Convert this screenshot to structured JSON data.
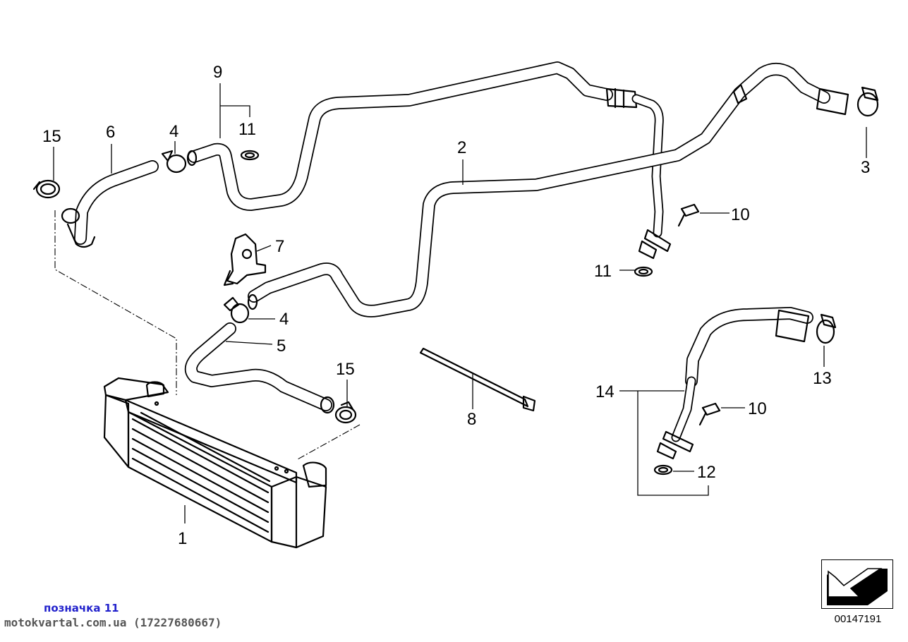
{
  "diagram": {
    "callouts": [
      "1",
      "2",
      "3",
      "4",
      "4",
      "5",
      "6",
      "7",
      "8",
      "9",
      "10",
      "10",
      "11",
      "11",
      "12",
      "13",
      "14",
      "15",
      "15"
    ],
    "labels": {
      "cooler": "1",
      "return_line": "2",
      "clamp_right": "3",
      "clamp_upper": "4",
      "clamp_lower": "4",
      "hose_lower": "5",
      "hose_upper": "6",
      "holder": "7",
      "cable_tie": "8",
      "feed_line": "9",
      "bolt_upper": "10",
      "bolt_lower": "10",
      "gasket_upper": "11",
      "gasket_right": "11",
      "gasket_lower": "12",
      "clamp_lower_right": "13",
      "line_set": "14",
      "clamp_left": "15",
      "clamp_cooler": "15"
    }
  },
  "mark_label": "позначка 11",
  "watermark": "motokvartal.com.ua (17227680667)",
  "diagram_id": "00147191"
}
